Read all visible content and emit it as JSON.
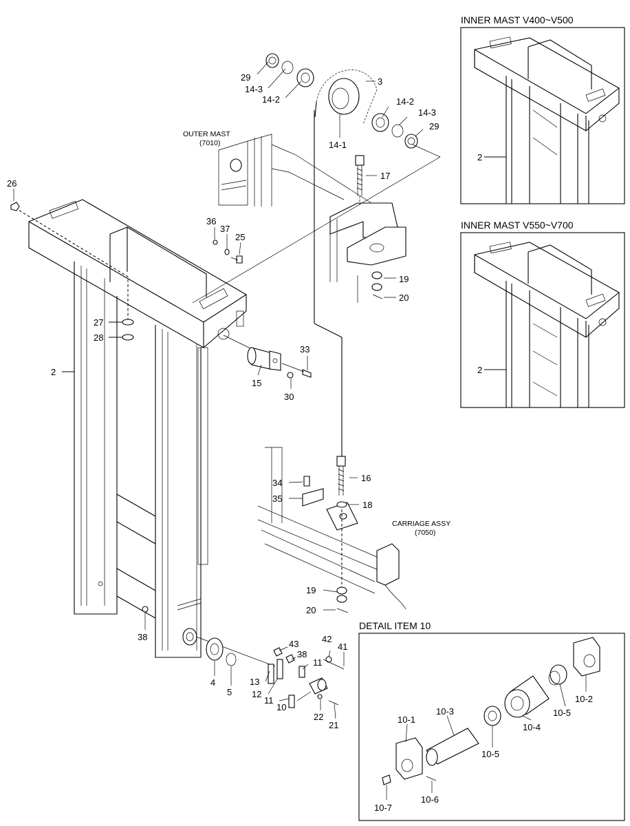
{
  "panels": {
    "mast_v400": {
      "title": "INNER MAST V400~V500",
      "callout": "2"
    },
    "mast_v550": {
      "title": "INNER MAST V550~V700",
      "callout": "2"
    },
    "detail10": {
      "title": "DETAIL ITEM 10",
      "callouts": [
        "10-2",
        "10-5",
        "10-4",
        "10-3",
        "10-1",
        "10-5",
        "10-7",
        "10-6"
      ]
    }
  },
  "assemblies": {
    "outer_mast": {
      "line1": "OUTER MAST",
      "line2": "(7010)"
    },
    "carriage": {
      "line1": "CARRIAGE ASSY",
      "line2": "(7050)"
    }
  },
  "callouts": [
    "29",
    "14-3",
    "14-2",
    "3",
    "14-2",
    "14-3",
    "29",
    "14-1",
    "17",
    "26",
    "36",
    "37",
    "25",
    "19",
    "20",
    "27",
    "28",
    "2",
    "33",
    "15",
    "30",
    "16",
    "34",
    "35",
    "18",
    "19",
    "20",
    "38",
    "43",
    "42",
    "38",
    "41",
    "11",
    "13",
    "12",
    "11",
    "10",
    "4",
    "5",
    "22",
    "21"
  ]
}
